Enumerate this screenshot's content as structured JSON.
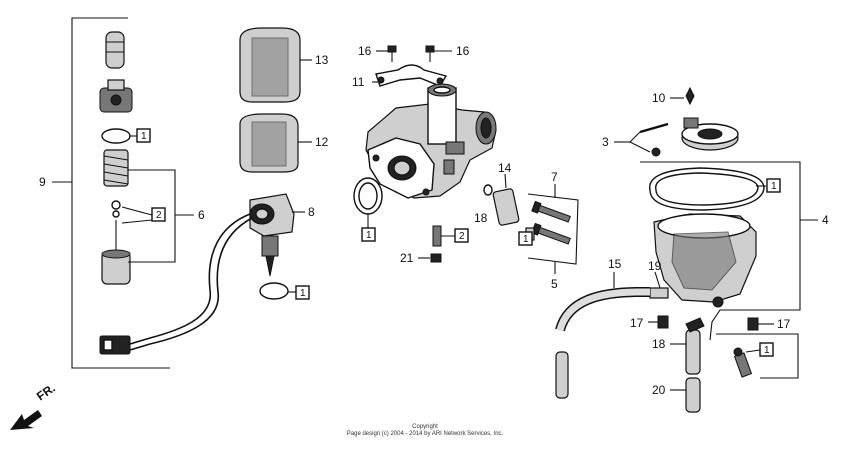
{
  "callouts": {
    "n1": "1",
    "n2": "2",
    "n3": "3",
    "n4": "4",
    "n5": "5",
    "n6": "6",
    "n7": "7",
    "n8": "8",
    "n9": "9",
    "n10": "10",
    "n11": "11",
    "n12": "12",
    "n13": "13",
    "n14": "14",
    "n15": "15",
    "n16": "16",
    "n17": "17",
    "n18": "18",
    "n19": "19",
    "n20": "20",
    "n21": "21"
  },
  "orientation": {
    "label": "FR."
  },
  "copyright": {
    "line1": "Copyright",
    "line2": "Page design (c) 2004 - 2014 by ARI Network Services, Inc."
  }
}
